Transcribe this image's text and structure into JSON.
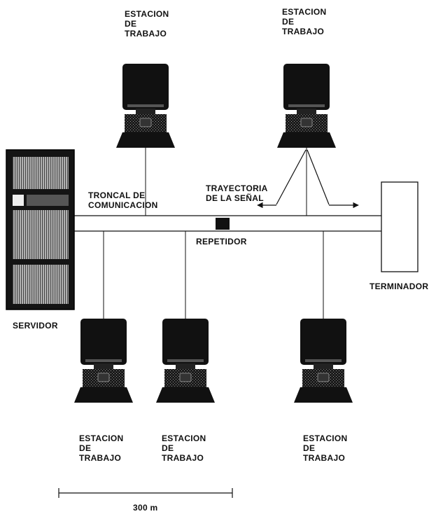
{
  "labels": {
    "workstation_line1": "ESTACION",
    "workstation_line2": "DE",
    "workstation_line3": "TRABAJO",
    "backbone_line1": "TRONCAL  DE",
    "backbone_line2": "COMUNICACION",
    "signal_path_line1": "TRAYECTORIA",
    "signal_path_line2": "DE LA SEÑAL",
    "repeater": "REPETIDOR",
    "terminator": "TERMINADOR",
    "server": "SERVIDOR",
    "scale": "300 m"
  },
  "icons": {
    "workstation": "workstation-icon",
    "server": "server-rack-icon",
    "repeater": "repeater-icon",
    "terminator": "terminator-icon"
  },
  "colors": {
    "ink": "#111111",
    "background": "#ffffff"
  }
}
